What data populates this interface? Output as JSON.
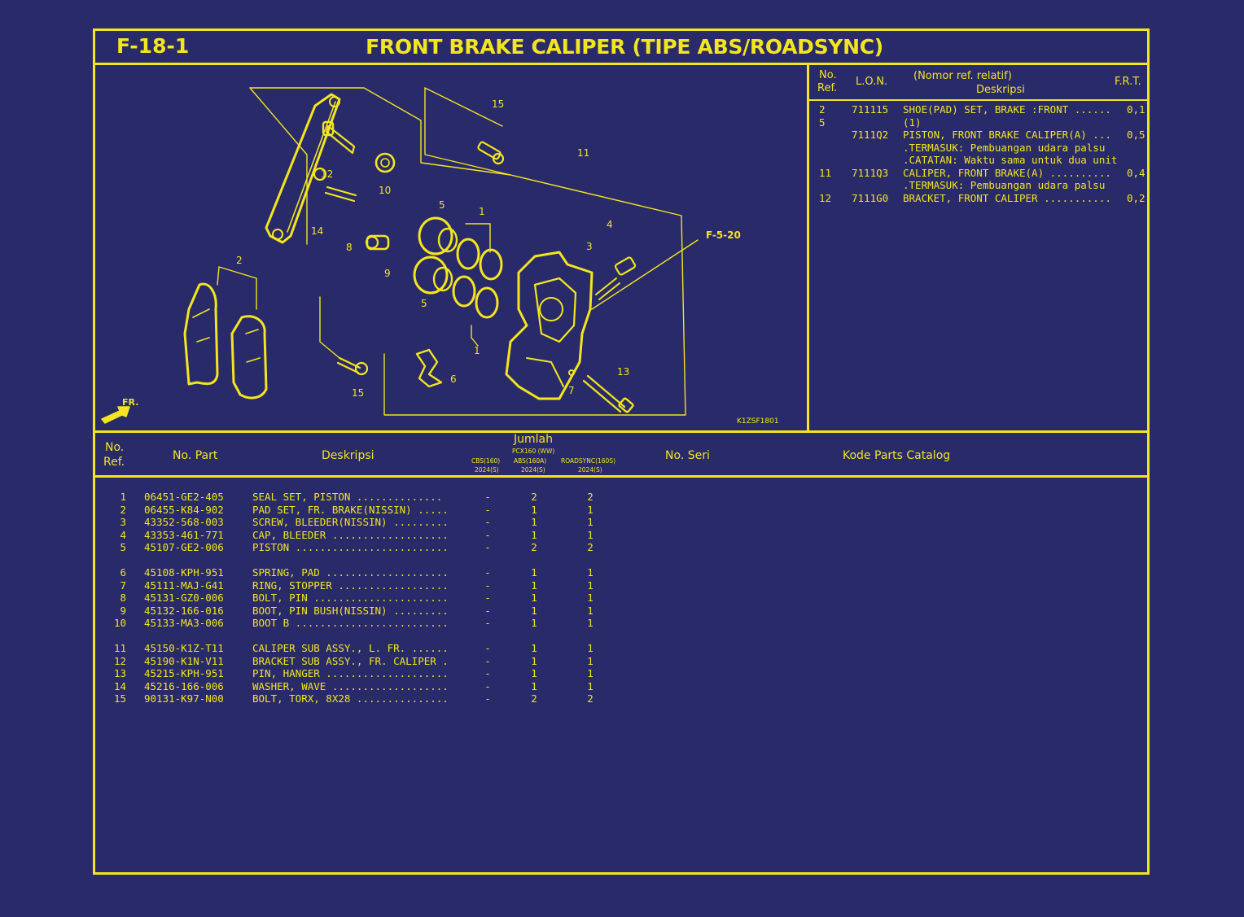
{
  "header": {
    "code": "F-18-1",
    "title": "FRONT BRAKE CALIPER (TIPE ABS/ROADSYNC)"
  },
  "diagram": {
    "image_code": "K1ZSF1801",
    "ref_link": "F-5-20",
    "direction": "FR.",
    "callouts": [
      "15",
      "12",
      "10",
      "11",
      "14",
      "8",
      "5",
      "1",
      "4",
      "3",
      "9",
      "2",
      "5",
      "1",
      "6",
      "15",
      "7",
      "13"
    ]
  },
  "lon_table": {
    "header": {
      "no": "No.",
      "ref": "Ref.",
      "lon": "L.O.N.",
      "nomor": "(Nomor ref. relatif)",
      "deskripsi": "Deskripsi",
      "frt": "F.R.T."
    },
    "rows": [
      {
        "ref": "2",
        "lon": "711115",
        "desc": "SHOE(PAD) SET, BRAKE :FRONT ......",
        "frt": "0,1"
      },
      {
        "ref": "5",
        "lon": "",
        "desc": "(1)",
        "frt": ""
      },
      {
        "ref": "",
        "lon": "7111Q2",
        "desc": "PISTON, FRONT BRAKE CALIPER(A) ...",
        "frt": "0,5"
      },
      {
        "ref": "",
        "lon": "",
        "desc": ".TERMASUK: Pembuangan udara palsu",
        "frt": ""
      },
      {
        "ref": "",
        "lon": "",
        "desc": ".CATATAN: Waktu sama untuk dua unit",
        "frt": ""
      },
      {
        "ref": "11",
        "lon": "7111Q3",
        "desc": "CALIPER, FRONT BRAKE(A) ..........",
        "frt": "0,4"
      },
      {
        "ref": "",
        "lon": "",
        "desc": ".TERMASUK: Pembuangan udara palsu",
        "frt": ""
      },
      {
        "ref": "12",
        "lon": "7111G0",
        "desc": "BRACKET, FRONT CALIPER ...........",
        "frt": "0,2"
      }
    ]
  },
  "parts_header": {
    "no": "No.",
    "ref": "Ref.",
    "no_part": "No. Part",
    "deskripsi": "Deskripsi",
    "jumlah": "Jumlah",
    "model": "PCX160 (WW)",
    "col1": "CBS(160)",
    "col1_year": "2024(S)",
    "col2": "ABS(160A)",
    "col2_year": "2024(S)",
    "col3": "ROADSYNC(160S)",
    "col3_year": "2024(S)",
    "no_seri": "No. Seri",
    "kode": "Kode Parts Catalog"
  },
  "parts": [
    [
      {
        "ref": "1",
        "part": "06451-GE2-405",
        "desc": "SEAL SET, PISTON ..............",
        "q1": "-",
        "q2": "2",
        "q3": "2"
      },
      {
        "ref": "2",
        "part": "06455-K84-902",
        "desc": "PAD SET, FR. BRAKE(NISSIN) .....",
        "q1": "-",
        "q2": "1",
        "q3": "1"
      },
      {
        "ref": "3",
        "part": "43352-568-003",
        "desc": "SCREW, BLEEDER(NISSIN) .........",
        "q1": "-",
        "q2": "1",
        "q3": "1"
      },
      {
        "ref": "4",
        "part": "43353-461-771",
        "desc": "CAP, BLEEDER ...................",
        "q1": "-",
        "q2": "1",
        "q3": "1"
      },
      {
        "ref": "5",
        "part": "45107-GE2-006",
        "desc": "PISTON .........................",
        "q1": "-",
        "q2": "2",
        "q3": "2"
      }
    ],
    [
      {
        "ref": "6",
        "part": "45108-KPH-951",
        "desc": "SPRING, PAD ....................",
        "q1": "-",
        "q2": "1",
        "q3": "1"
      },
      {
        "ref": "7",
        "part": "45111-MAJ-G41",
        "desc": "RING, STOPPER ..................",
        "q1": "-",
        "q2": "1",
        "q3": "1"
      },
      {
        "ref": "8",
        "part": "45131-GZ0-006",
        "desc": "BOLT, PIN ......................",
        "q1": "-",
        "q2": "1",
        "q3": "1"
      },
      {
        "ref": "9",
        "part": "45132-166-016",
        "desc": "BOOT, PIN BUSH(NISSIN) .........",
        "q1": "-",
        "q2": "1",
        "q3": "1"
      },
      {
        "ref": "10",
        "part": "45133-MA3-006",
        "desc": "BOOT B .........................",
        "q1": "-",
        "q2": "1",
        "q3": "1"
      }
    ],
    [
      {
        "ref": "11",
        "part": "45150-K1Z-T11",
        "desc": "CALIPER SUB ASSY., L. FR. ......",
        "q1": "-",
        "q2": "1",
        "q3": "1"
      },
      {
        "ref": "12",
        "part": "45190-K1N-V11",
        "desc": "BRACKET SUB ASSY., FR. CALIPER .",
        "q1": "-",
        "q2": "1",
        "q3": "1"
      },
      {
        "ref": "13",
        "part": "45215-KPH-951",
        "desc": "PIN, HANGER ....................",
        "q1": "-",
        "q2": "1",
        "q3": "1"
      },
      {
        "ref": "14",
        "part": "45216-166-006",
        "desc": "WASHER, WAVE ...................",
        "q1": "-",
        "q2": "1",
        "q3": "1"
      },
      {
        "ref": "15",
        "part": "90131-K97-N00",
        "desc": "BOLT, TORX, 8X28 ...............",
        "q1": "-",
        "q2": "2",
        "q3": "2"
      }
    ]
  ]
}
